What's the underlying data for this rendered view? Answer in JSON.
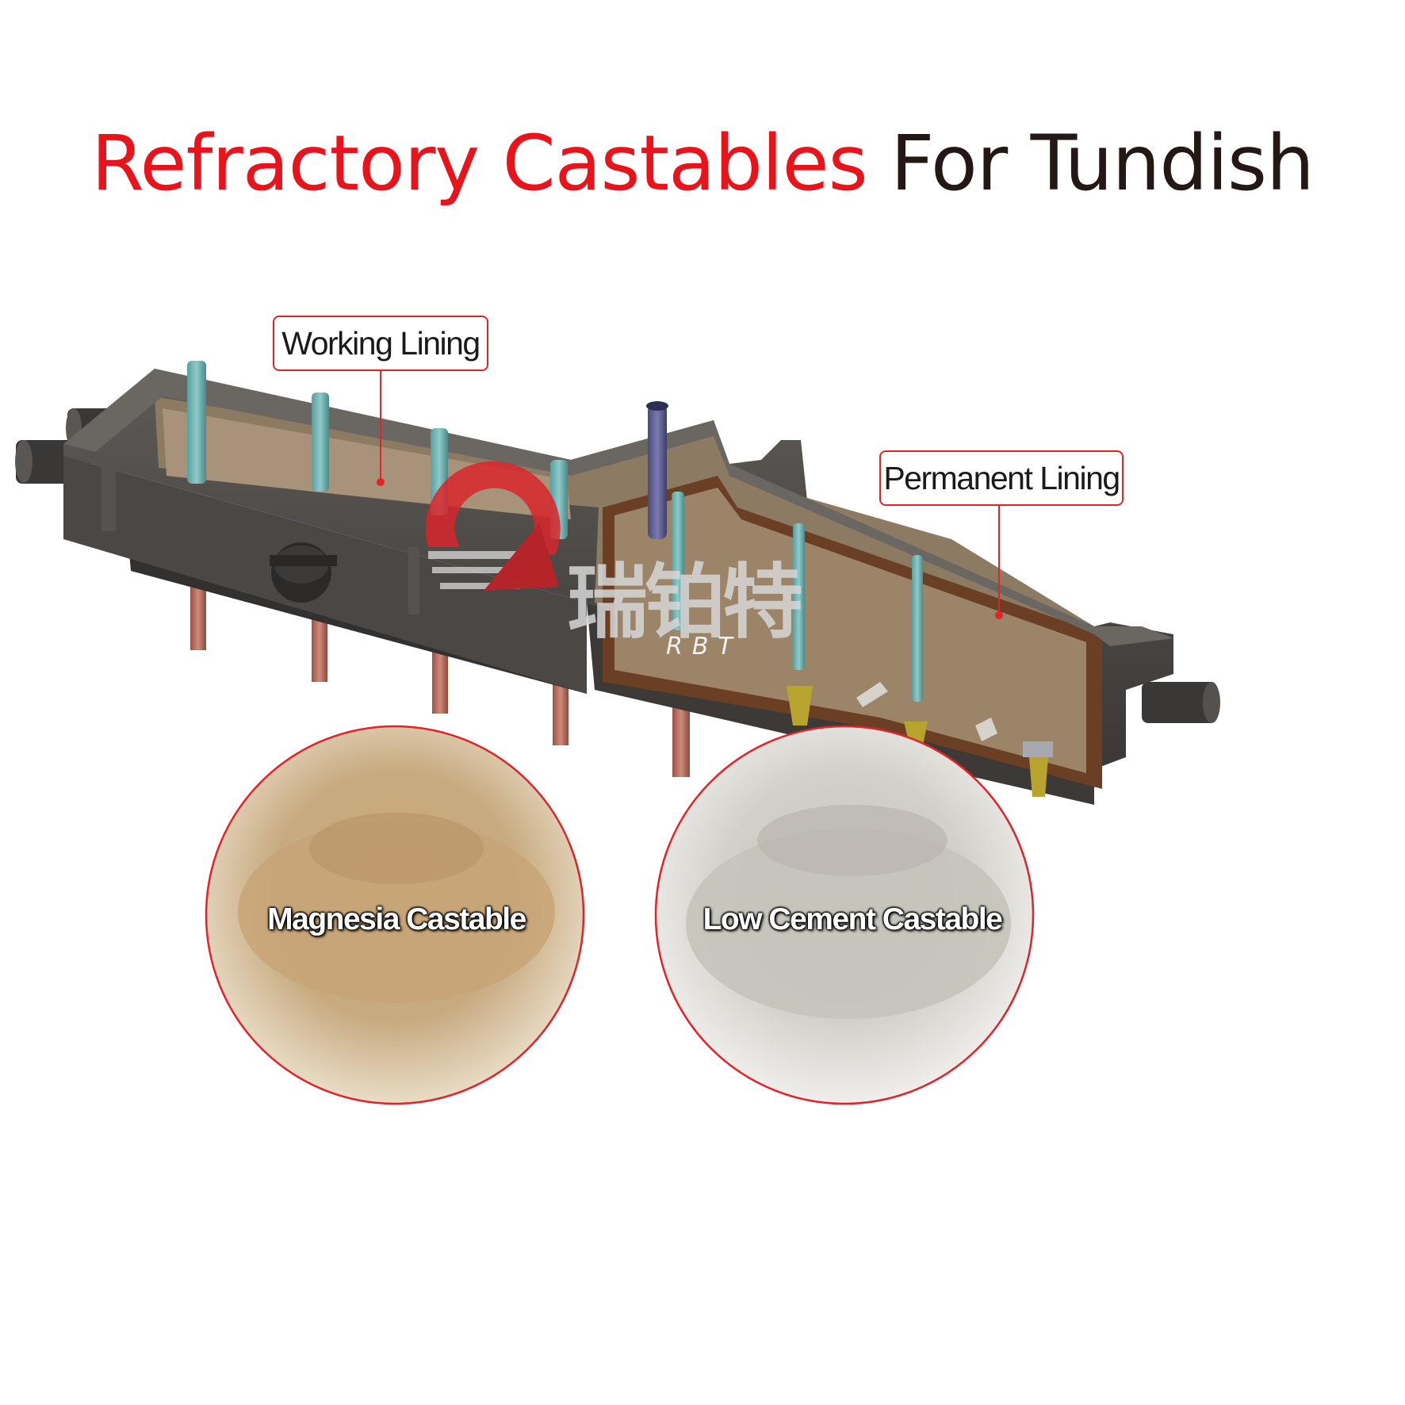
{
  "title": {
    "part1": "Refractory Castables",
    "part2": "For Tundish"
  },
  "callouts": {
    "working_lining": "Working Lining",
    "permanent_lining": "Permanent Lining"
  },
  "watermark": {
    "cn": "瑞铂特",
    "en": "RBT"
  },
  "samples": [
    {
      "label": "Magnesia Castable"
    },
    {
      "label": "Low Cement Castable"
    }
  ],
  "colors": {
    "accent_red": "#e8141c",
    "title_dark": "#231815",
    "steel_shell": "#4a4744",
    "refractory": "#8c7a63",
    "rod_teal": "#6ab1b0",
    "rod_copper": "#b86b5c",
    "magnesia_powder": "#c8a97c",
    "cement_powder": "#c9c7bf"
  }
}
